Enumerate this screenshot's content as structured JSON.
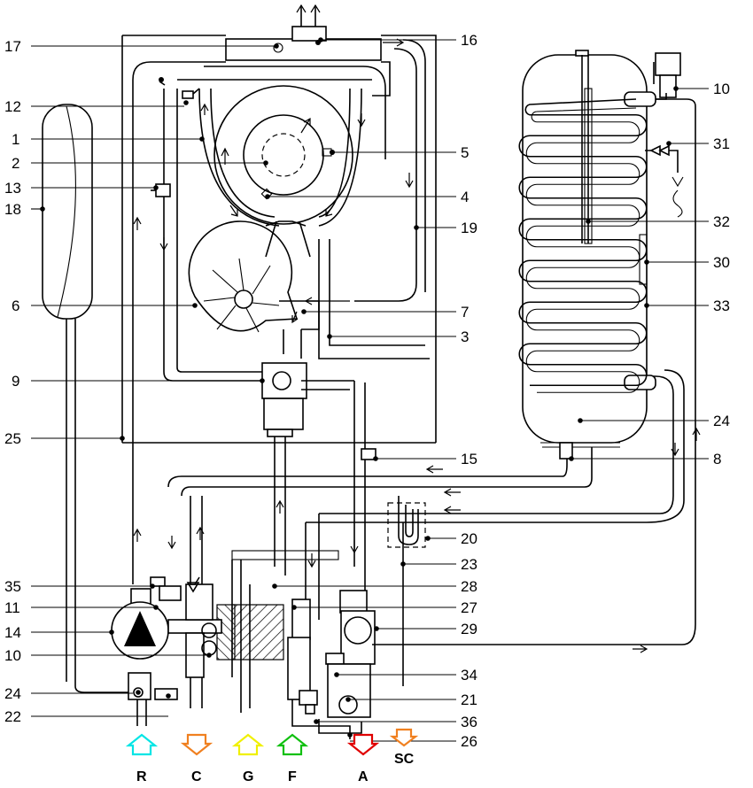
{
  "callouts": [
    {
      "id": "17",
      "label": "17"
    },
    {
      "id": "16",
      "label": "16"
    },
    {
      "id": "12",
      "label": "12"
    },
    {
      "id": "1",
      "label": "1"
    },
    {
      "id": "2",
      "label": "2"
    },
    {
      "id": "5",
      "label": "5"
    },
    {
      "id": "13",
      "label": "13"
    },
    {
      "id": "4",
      "label": "4"
    },
    {
      "id": "18",
      "label": "18"
    },
    {
      "id": "19",
      "label": "19"
    },
    {
      "id": "6",
      "label": "6"
    },
    {
      "id": "7",
      "label": "7"
    },
    {
      "id": "3",
      "label": "3"
    },
    {
      "id": "9",
      "label": "9"
    },
    {
      "id": "25",
      "label": "25"
    },
    {
      "id": "15",
      "label": "15"
    },
    {
      "id": "35",
      "label": "35"
    },
    {
      "id": "11",
      "label": "11"
    },
    {
      "id": "14",
      "label": "14"
    },
    {
      "id": "10a",
      "label": "10"
    },
    {
      "id": "24a",
      "label": "24"
    },
    {
      "id": "22",
      "label": "22"
    },
    {
      "id": "28",
      "label": "28"
    },
    {
      "id": "27",
      "label": "27"
    },
    {
      "id": "29",
      "label": "29"
    },
    {
      "id": "34",
      "label": "34"
    },
    {
      "id": "21",
      "label": "21"
    },
    {
      "id": "36",
      "label": "36"
    },
    {
      "id": "26",
      "label": "26"
    },
    {
      "id": "20",
      "label": "20"
    },
    {
      "id": "23",
      "label": "23"
    },
    {
      "id": "10b",
      "label": "10"
    },
    {
      "id": "31",
      "label": "31"
    },
    {
      "id": "32",
      "label": "32"
    },
    {
      "id": "30",
      "label": "30"
    },
    {
      "id": "33",
      "label": "33"
    },
    {
      "id": "24b",
      "label": "24"
    },
    {
      "id": "8",
      "label": "8"
    }
  ],
  "legend": [
    {
      "label": "R",
      "color": "#00e5e5",
      "direction": "up"
    },
    {
      "label": "C",
      "color": "#f08020",
      "direction": "down"
    },
    {
      "label": "G",
      "color": "#f0f000",
      "direction": "up"
    },
    {
      "label": "F",
      "color": "#10c010",
      "direction": "up"
    },
    {
      "label": "A",
      "color": "#e00000",
      "direction": "down"
    },
    {
      "label": "SC",
      "color": "#f08020",
      "direction": "down"
    }
  ]
}
